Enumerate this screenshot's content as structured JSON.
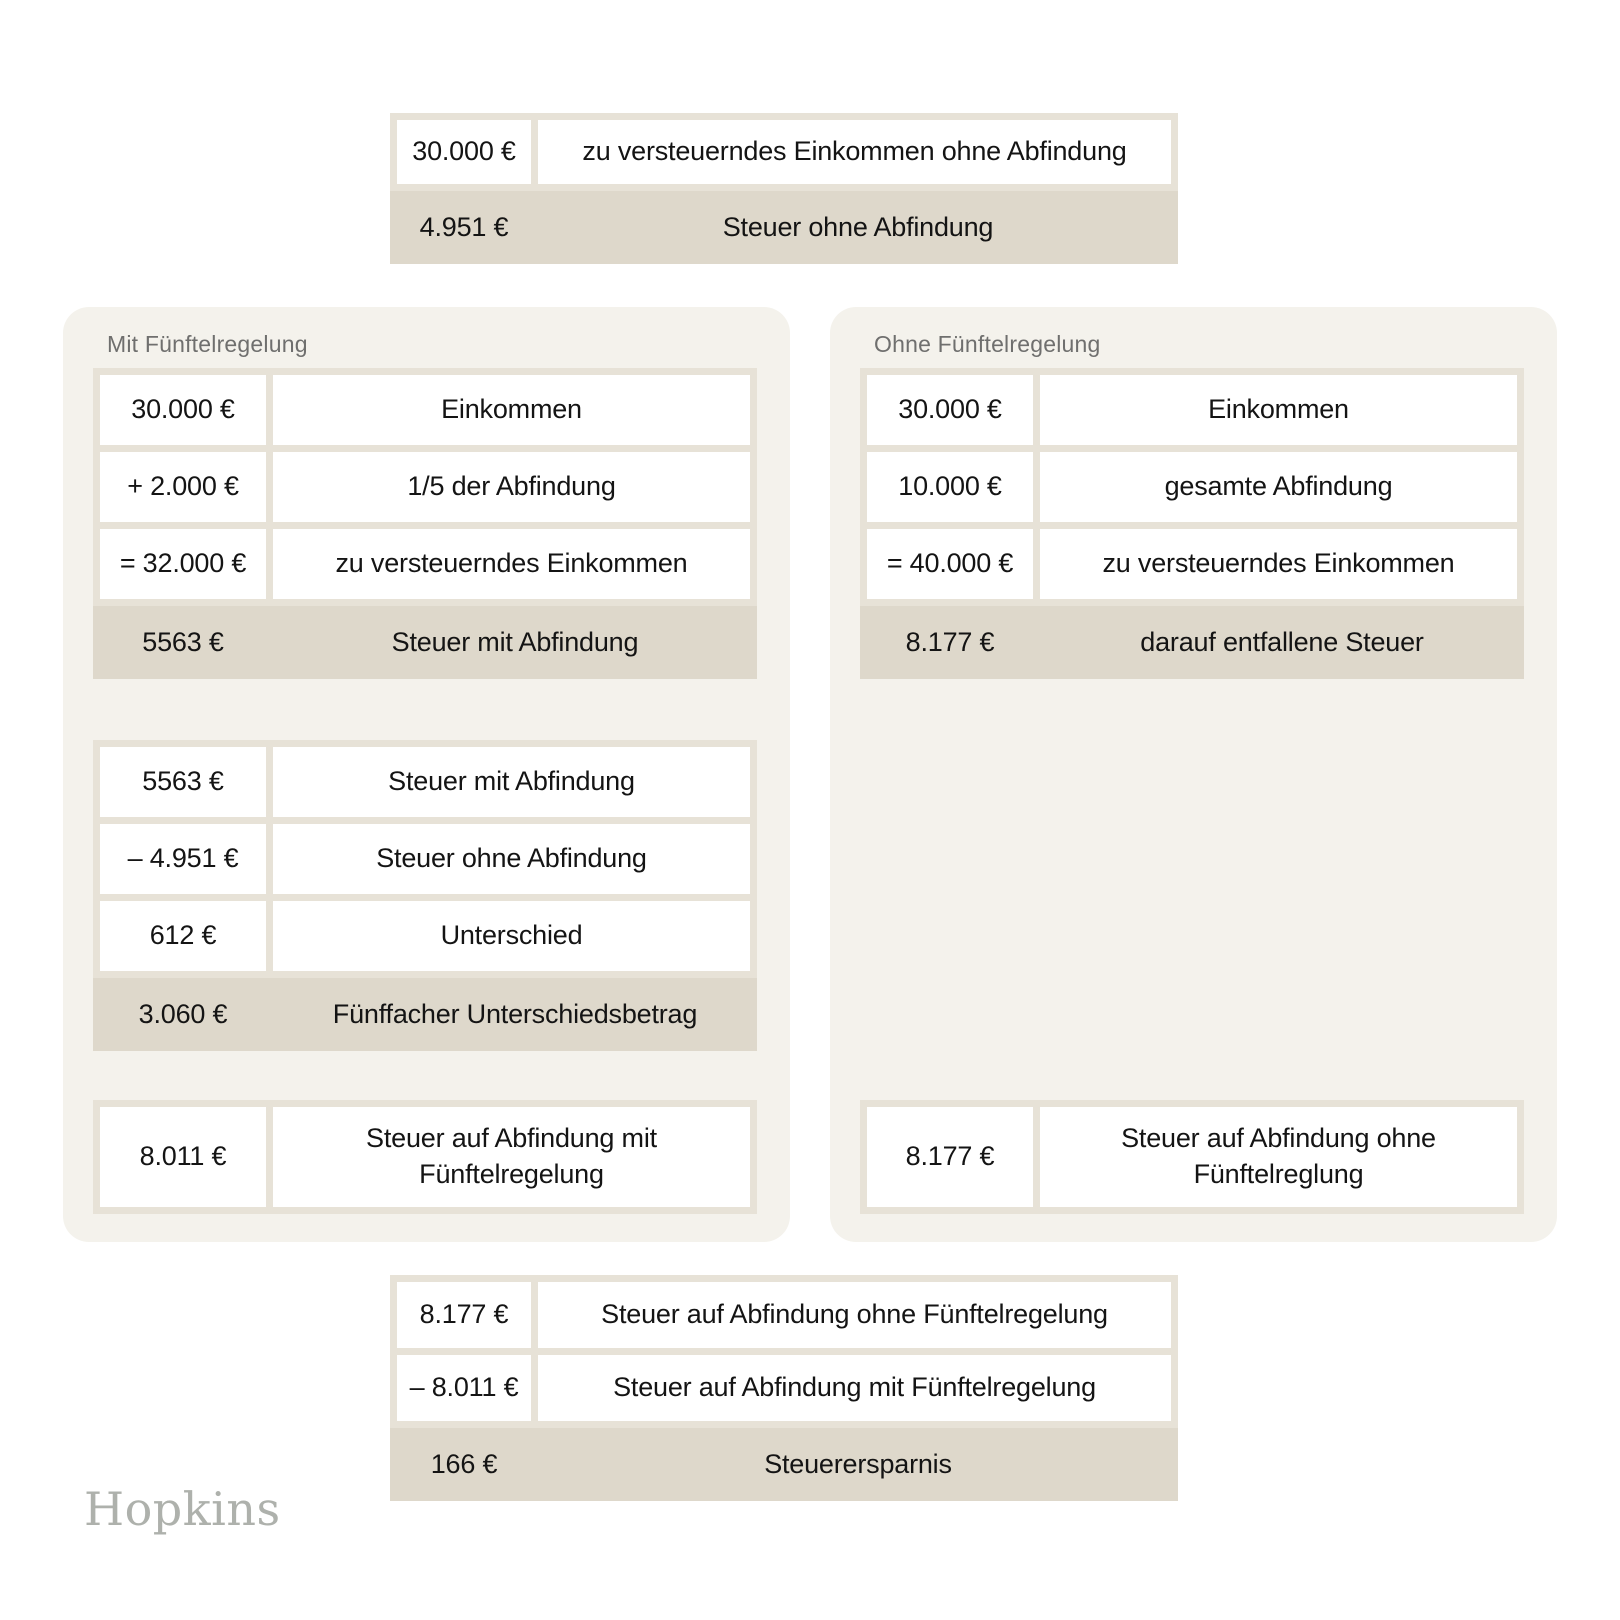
{
  "page": {
    "logo_text": "Hopkins"
  },
  "colors": {
    "background": "#ffffff",
    "panel_bg": "#f4f2ec",
    "table_border": "#e7e2d7",
    "highlight_bg": "#ded8cb",
    "cell_bg": "#ffffff",
    "text": "#141414",
    "panel_title_text": "#6f6f6e",
    "logo_text_color": "#aeb1ac"
  },
  "top_table": {
    "rows": [
      {
        "value": "30.000 €",
        "label": "zu versteuerndes Einkommen ohne Abfindung"
      },
      {
        "value": "4.951 €",
        "label": "Steuer ohne Abfindung"
      }
    ]
  },
  "left_panel": {
    "title": "Mit Fünftelregelung",
    "calc_table": {
      "rows": [
        {
          "value": "30.000 €",
          "label": "Einkommen"
        },
        {
          "value": "+ 2.000 €",
          "label": "1/5 der Abfindung"
        },
        {
          "value": "= 32.000 €",
          "label": "zu versteuerndes Einkommen"
        },
        {
          "value": "5563 €",
          "label": "Steuer mit Abfindung"
        }
      ]
    },
    "diff_table": {
      "rows": [
        {
          "value": "5563 €",
          "label": "Steuer mit Abfindung"
        },
        {
          "value": "– 4.951 €",
          "label": "Steuer ohne Abfindung"
        },
        {
          "value": "612 €",
          "label": "Unterschied"
        },
        {
          "value": "3.060 €",
          "label": "Fünffacher Unterschiedsbetrag"
        }
      ]
    },
    "result_table": {
      "rows": [
        {
          "value": "8.011 €",
          "label": "Steuer auf Abfindung mit\nFünftelregelung"
        }
      ]
    }
  },
  "right_panel": {
    "title": "Ohne Fünftelregelung",
    "calc_table": {
      "rows": [
        {
          "value": "30.000 €",
          "label": "Einkommen"
        },
        {
          "value": "10.000 €",
          "label": "gesamte Abfindung"
        },
        {
          "value": "= 40.000 €",
          "label": "zu versteuerndes Einkommen"
        },
        {
          "value": "8.177 €",
          "label": "darauf entfallene Steuer"
        }
      ]
    },
    "result_table": {
      "rows": [
        {
          "value": "8.177 €",
          "label": "Steuer auf Abfindung ohne\nFünftelreglung"
        }
      ]
    }
  },
  "bottom_table": {
    "rows": [
      {
        "value": "8.177 €",
        "label": "Steuer auf Abfindung ohne Fünftelregelung"
      },
      {
        "value": "– 8.011 €",
        "label": "Steuer auf Abfindung mit Fünftelregelung"
      },
      {
        "value": "166 €",
        "label": "Steuerersparnis"
      }
    ]
  }
}
